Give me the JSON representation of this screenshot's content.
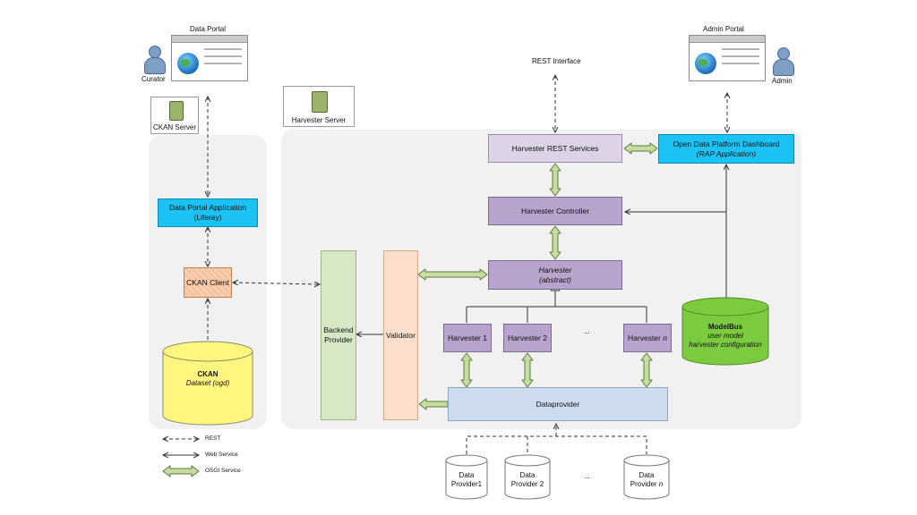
{
  "portals": {
    "data_portal": "Data Portal",
    "admin_portal": "Admin Portal"
  },
  "actors": {
    "curator": "Curator",
    "admin": "Admin"
  },
  "servers": {
    "ckan_server": "CKAN Server",
    "harvester_server": "Harvester Server"
  },
  "rest_interface": "REST Interface",
  "components": {
    "data_portal_app_line1": "Data Portal Application",
    "data_portal_app_line2": "(Liferay)",
    "ckan_client": "CKAN Client",
    "ckan_db_title": "CKAN",
    "ckan_db_sub": "Dataset (ogd)",
    "harvester_rest": "Harvester REST Services",
    "odp_dashboard_line1": "Open Data Platform Dashboard",
    "odp_dashboard_line2": "(RAP Application)",
    "harvester_controller": "Harvester Controller",
    "harvester_abstract_line1": "Harvester",
    "harvester_abstract_line2": "(abstract)",
    "backend_provider_line1": "Backend",
    "backend_provider_line2": "Provider",
    "validator": "Validator",
    "harvester_1": "Harvester 1",
    "harvester_2": "Harvester 2",
    "harvester_dots": "...",
    "harvester_n_prefix": "Harvester ",
    "harvester_n_suffix": "n",
    "modelbus_title": "ModelBus",
    "modelbus_line2": "user model",
    "modelbus_line3": "harvester configuration",
    "dataprovider": "Dataprovider",
    "dp1_line1": "Data",
    "dp1_line2": "Provider1",
    "dp2_line1": "Data",
    "dp2_line2": "Provider 2",
    "dp_dots": "...",
    "dpn_line1": "Data",
    "dpn_line2_prefix": "Provider ",
    "dpn_line2_suffix": "n"
  },
  "legend": {
    "rest": "REST",
    "web_service": "Web Service",
    "osgi_service": "OSGI Service"
  },
  "colors": {
    "region": "#f1f1f1",
    "lavender": "#ddd2e6",
    "lavender_dark": "#b8a3cc",
    "cyan": "#1bc3f4",
    "ckan_client": "#f5c29d",
    "validator": "#fde0cc",
    "backend": "#d6e8c6",
    "dataprovider": "#cdddef",
    "modelbus": "#7ccb3f",
    "ckan_db": "#fff680",
    "osgi_arrow": "#c5dea0"
  }
}
